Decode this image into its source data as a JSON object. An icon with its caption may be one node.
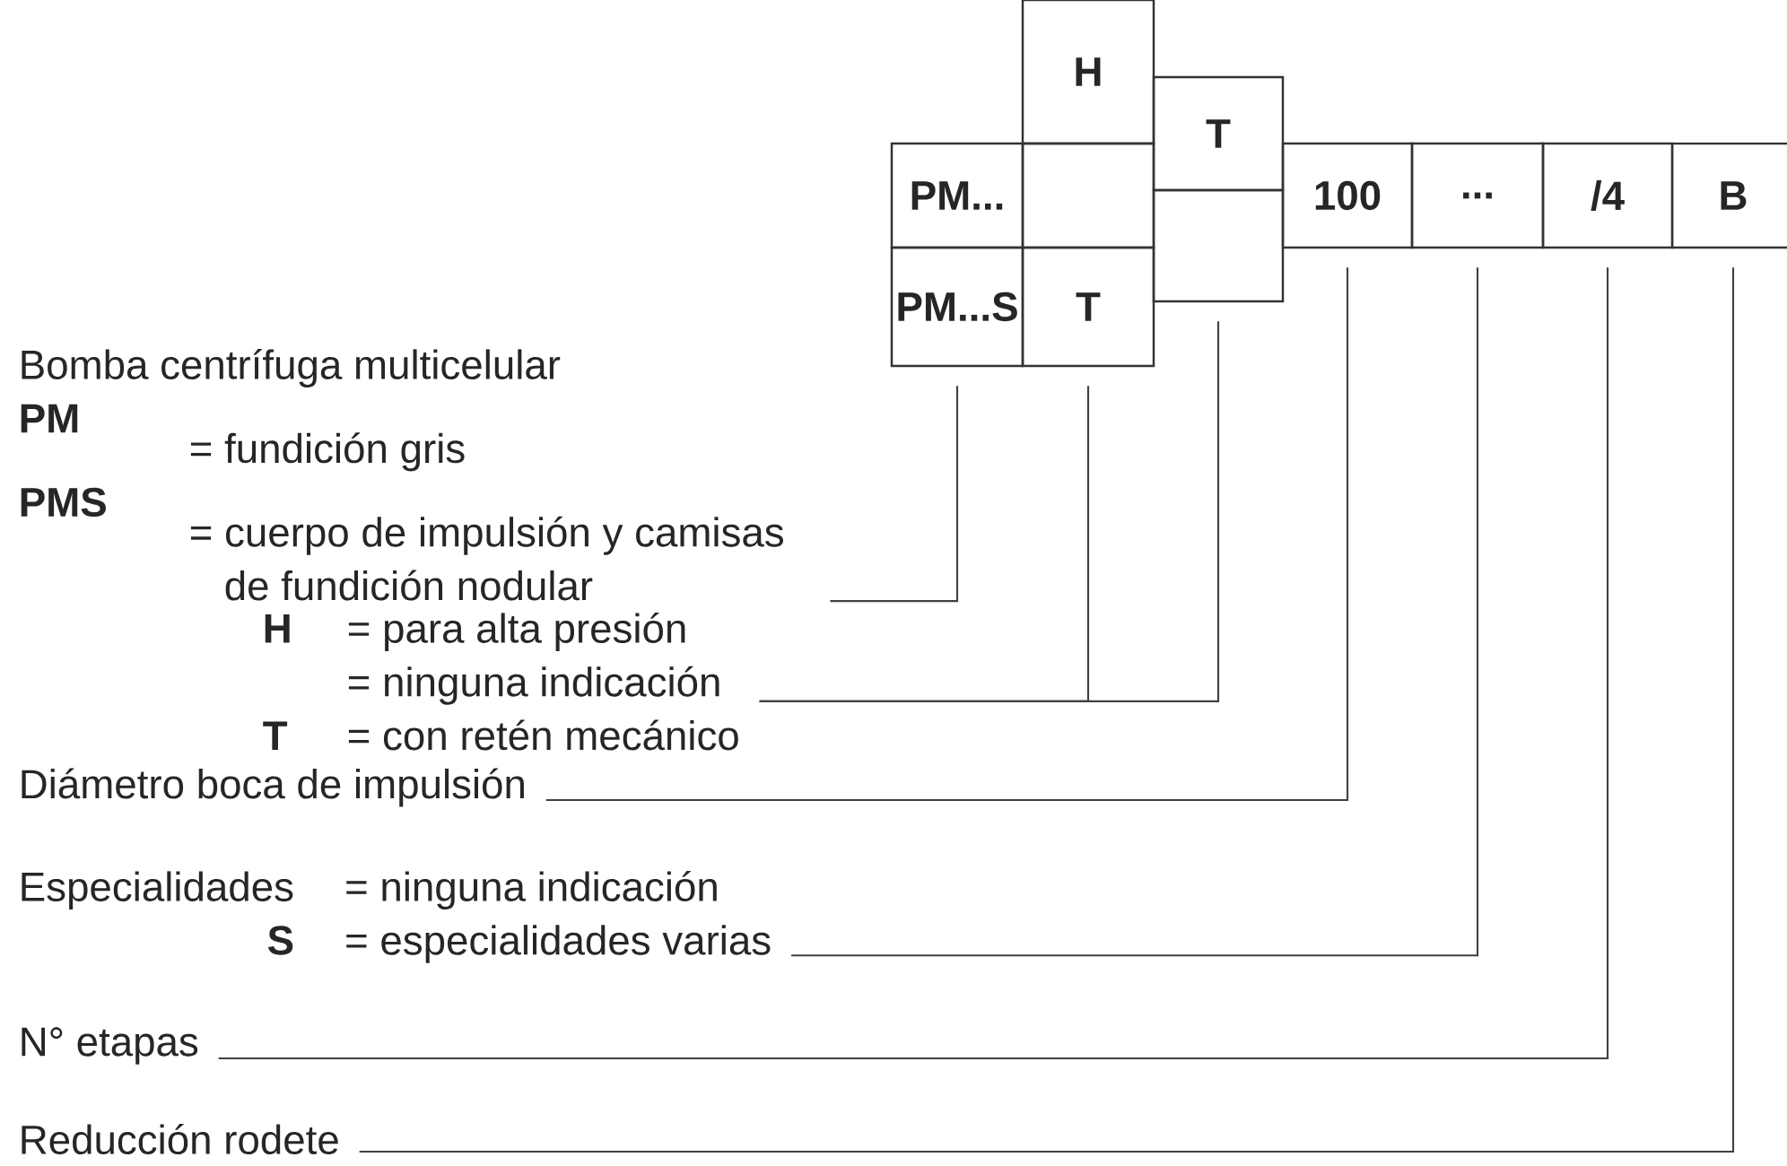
{
  "diagram": {
    "nodes": [
      {
        "text": [
          "H"
        ]
      },
      {
        "text": [
          "T"
        ]
      },
      {
        "text": [
          "PM..."
        ]
      },
      {
        "text": [],
        "shape": "box"
      },
      {
        "text": [
          "100"
        ]
      },
      {
        "text": [
          "..."
        ]
      },
      {
        "text": [
          "/4"
        ]
      },
      {
        "text": [
          "B"
        ]
      },
      {
        "text": [],
        "shape": "box"
      },
      {
        "text": [
          "PM...S"
        ]
      },
      {
        "text": [
          "T"
        ]
      },
      {
        "text": [
          "Bomba centrífuga multicelular",
          "PM",
          "= fundición gris",
          "PMS",
          "= cuerpo de impulsión y camisas de fundición nodular"
        ]
      },
      {
        "text": [
          "H",
          "= para alta presión",
          "= ninguna indicación",
          "T",
          "= con retén mecánico"
        ]
      },
      {
        "text": [
          "Diámetro boca de impulsión"
        ]
      },
      {
        "text": [
          "Especialidades",
          "= ninguna indicación",
          "S",
          "= especialidades varias"
        ]
      },
      {
        "text": [
          "N° etapas"
        ]
      },
      {
        "text": [
          "Reducción rodete"
        ]
      }
    ],
    "edges": [
      {
        "from": 11,
        "to": 9,
        "arrow": "none"
      },
      {
        "from": 12,
        "to": 10,
        "arrow": "none"
      },
      {
        "from": 12,
        "to": 8,
        "arrow": "none"
      },
      {
        "from": 13,
        "to": 4,
        "arrow": "none"
      },
      {
        "from": 14,
        "to": 5,
        "arrow": "none"
      },
      {
        "from": 15,
        "to": 6,
        "arrow": "none"
      },
      {
        "from": 16,
        "to": 7,
        "arrow": "none"
      }
    ]
  }
}
